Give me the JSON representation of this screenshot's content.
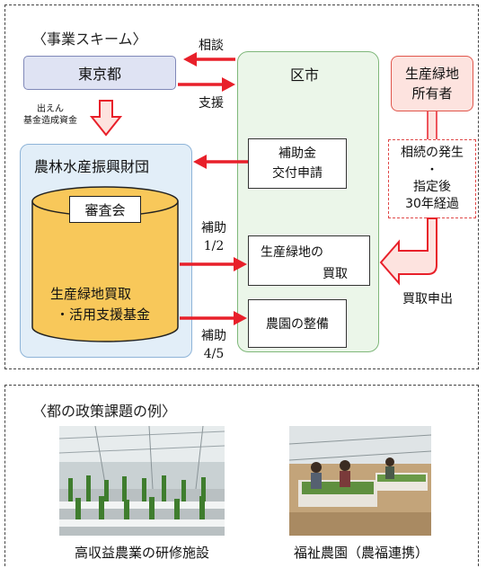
{
  "scheme": {
    "title": "〈事業スキーム〉",
    "tokyo": "東京都",
    "kushi": "区市",
    "owner_line1": "生産緑地",
    "owner_line2": "所有者",
    "fund_note_line1": "出えん",
    "fund_note_line2": "基金造成資金",
    "foundation": "農林水産振興財団",
    "review_board": "審査会",
    "fund_line1": "生産緑地買取",
    "fund_line2": "・活用支援基金",
    "consult": "相談",
    "support": "支援",
    "subsidy_app_line1": "補助金",
    "subsidy_app_line2": "交付申請",
    "purchase_line1": "生産緑地の",
    "purchase_line2": "買取",
    "farm_maint": "農園の整備",
    "aid1_line1": "補助",
    "aid1_line2": "1/2",
    "aid2_line1": "補助",
    "aid2_line2": "4/5",
    "conditions": [
      "相続の発生",
      "・",
      "指定後",
      "30年経過"
    ],
    "purchase_request": "買取申出"
  },
  "policy": {
    "title": "〈都の政策課題の例〉",
    "photo1_caption": "高収益農業の研修施設",
    "photo2_caption": "福祉農園（農福連携）"
  },
  "colors": {
    "arrow_red": "#e8202a",
    "owner_fill": "#fde3df",
    "kushi_fill": "#ebf6e9",
    "foundation_fill": "#e2eef8",
    "fund_fill": "#f8c85a",
    "tokyo_fill": "#dfe3f3"
  }
}
